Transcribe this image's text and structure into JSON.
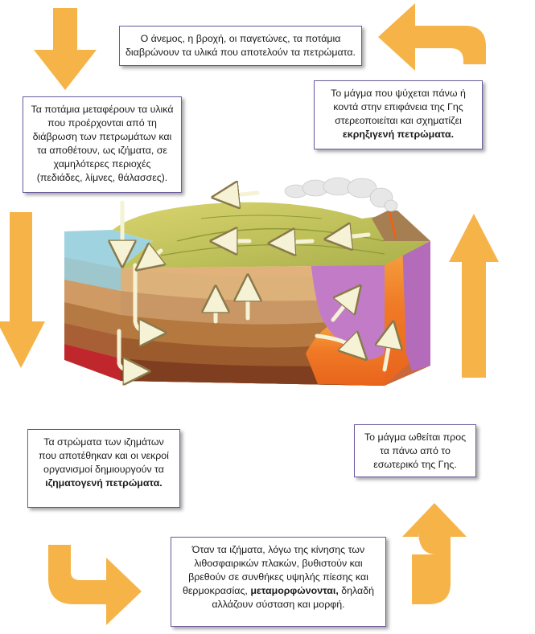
{
  "colors": {
    "arrow": "#f6b347",
    "box_border": "#6b5a9c",
    "water": "#9fd3df",
    "magma_orange": "#f07a26",
    "magma_purple": "#c27cc7",
    "grass": "#c7c55a"
  },
  "boxes": {
    "erosion": {
      "text": "Ο άνεμος, η βροχή, οι παγετώνες, τα ποτάμια διαβρώνουν τα υλικά που αποτελούν τα πετρώματα."
    },
    "rivers": {
      "text": "Τα ποτάμια μεταφέρουν τα υλικά που προέρχονται από τη διάβρωση των πετρωμάτων και τα αποθέτουν, ως ιζήματα, σε χαμηλότερες περιοχές (πεδιάδες, λίμνες, θάλασσες)."
    },
    "volcanic": {
      "text": "Το μάγμα που ψύχεται πάνω ή κοντά στην επιφάνεια της Γης στερεοποιείται και σχηματίζει",
      "bold": "εκρηξιγενή πετρώματα."
    },
    "sediment": {
      "text": "Τα στρώματα των ιζημάτων που αποτέθηκαν και οι νεκροί οργανισμοί δημιουργούν τα",
      "bold": "ιζηματογενή πετρώματα."
    },
    "magma": {
      "text": "Το μάγμα ωθείται προς τα πάνω από το εσωτερικό της Γης."
    },
    "metamorphic": {
      "text": "Όταν τα ιζήματα, λόγω της κίνησης των λιθοσφαιρικών πλακών, βυθιστούν και βρεθούν σε συνθήκες υψηλής πίεσης και θερμοκρασίας,",
      "bold": "μεταμορφώνονται,",
      "text_after": "δηλαδή αλλάζουν σύσταση και μορφή."
    }
  }
}
